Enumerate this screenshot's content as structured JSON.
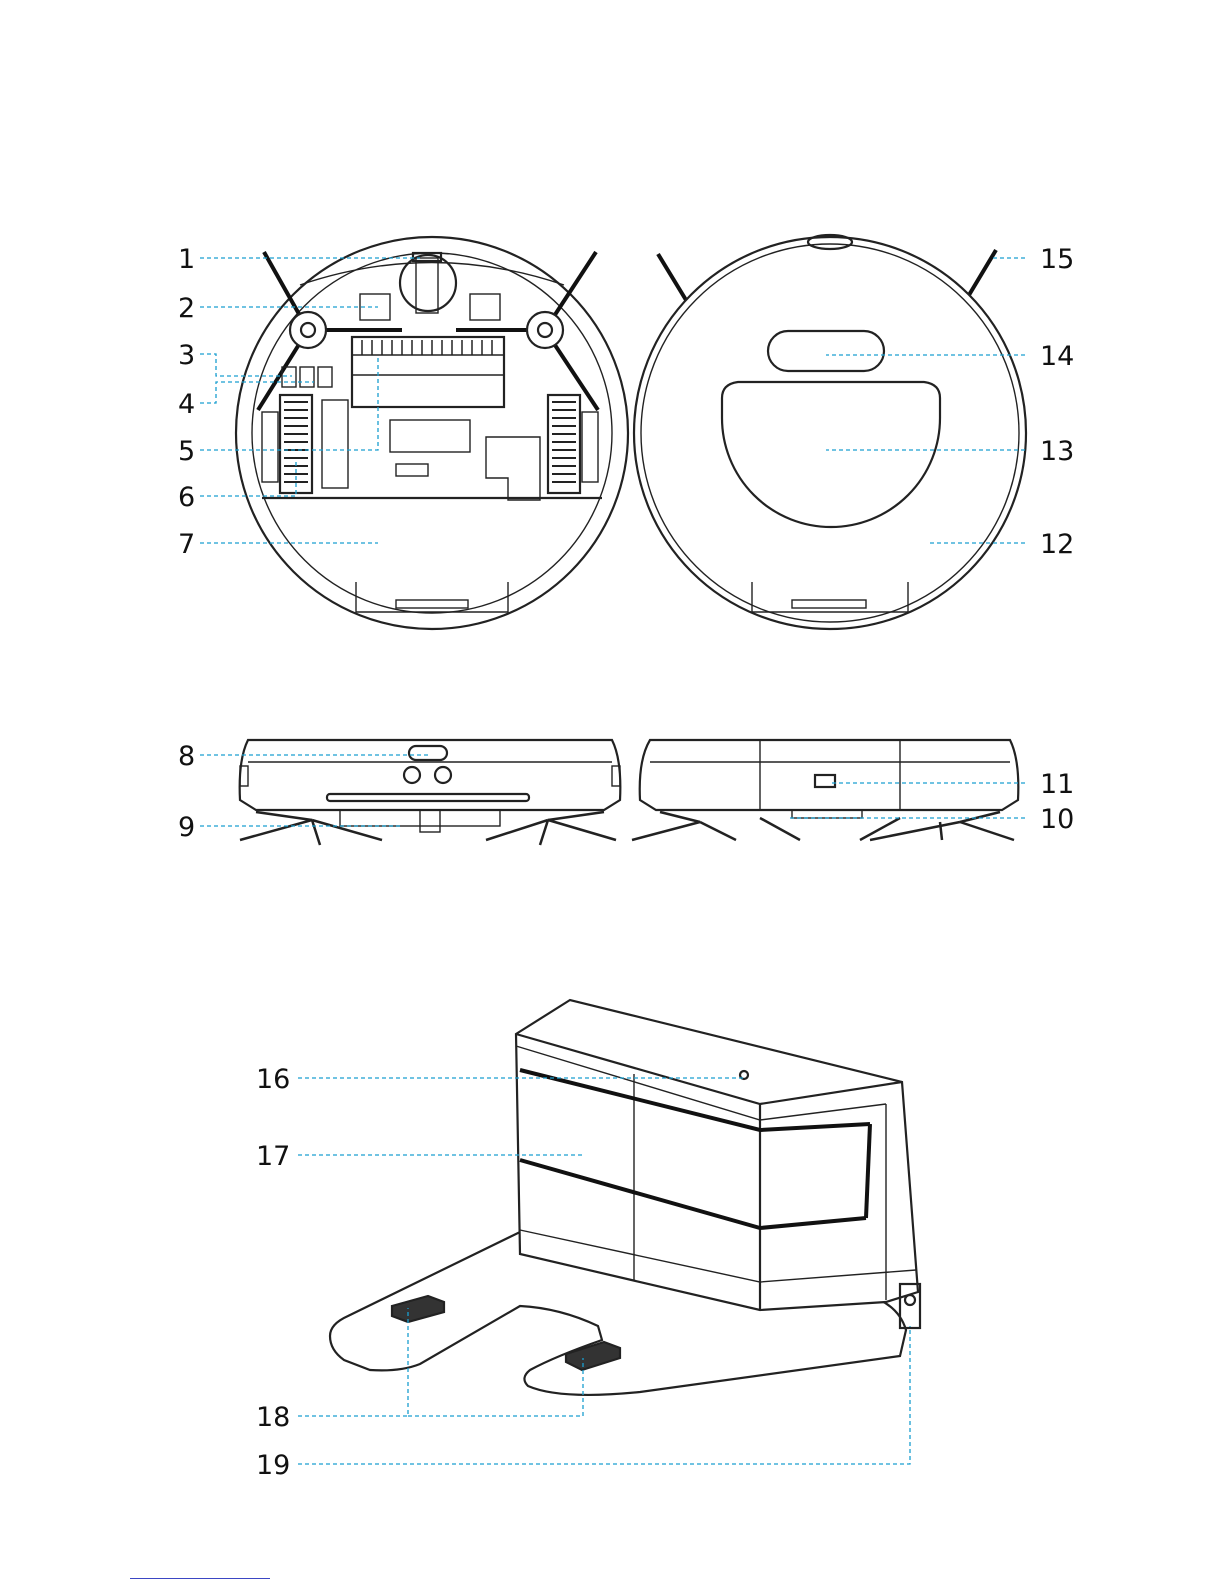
{
  "callouts": {
    "c1": "1",
    "c2": "2",
    "c3": "3",
    "c4": "4",
    "c5": "5",
    "c6": "6",
    "c7": "7",
    "c8": "8",
    "c9": "9",
    "c10": "10",
    "c11": "11",
    "c12": "12",
    "c13": "13",
    "c14": "14",
    "c15": "15",
    "c16": "16",
    "c17": "17",
    "c18": "18",
    "c19": "19"
  },
  "colors": {
    "leader": "#1a9fd0",
    "line_art": "#222222",
    "background": "#ffffff"
  }
}
